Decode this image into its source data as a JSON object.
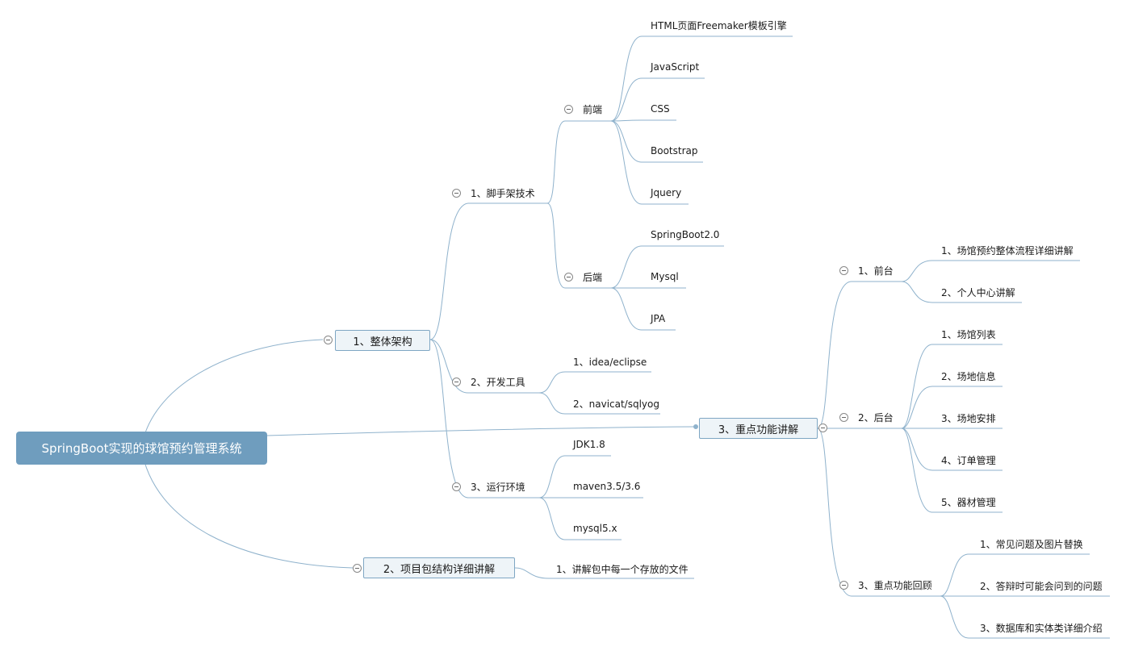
{
  "root": "SpringBoot实现的球馆预约管理系统",
  "b1": {
    "label": "1、整体架构",
    "scaffold": {
      "label": "1、脚手架技术",
      "frontend": {
        "label": "前端",
        "items": [
          "HTML页面Freemaker模板引擎",
          "JavaScript",
          "CSS",
          "Bootstrap",
          "Jquery"
        ]
      },
      "backend": {
        "label": "后端",
        "items": [
          "SpringBoot2.0",
          "Mysql",
          "JPA"
        ]
      }
    },
    "tools": {
      "label": "2、开发工具",
      "items": [
        "1、idea/eclipse",
        "2、navicat/sqlyog"
      ]
    },
    "env": {
      "label": "3、运行环境",
      "items": [
        "JDK1.8",
        "maven3.5/3.6",
        "mysql5.x"
      ]
    }
  },
  "b2": {
    "label": "2、项目包结构详细讲解",
    "items": [
      "1、讲解包中每一个存放的文件"
    ]
  },
  "b3": {
    "label": "3、重点功能讲解",
    "front": {
      "label": "1、前台",
      "items": [
        "1、场馆预约整体流程详细讲解",
        "2、个人中心讲解"
      ]
    },
    "back": {
      "label": "2、后台",
      "items": [
        "1、场馆列表",
        "2、场地信息",
        "3、场地安排",
        "4、订单管理",
        "5、器材管理"
      ]
    },
    "review": {
      "label": "3、重点功能回顾",
      "items": [
        "1、常见问题及图片替换",
        "2、答辩时可能会问到的问题",
        "3、数据库和实体类详细介绍"
      ]
    }
  }
}
